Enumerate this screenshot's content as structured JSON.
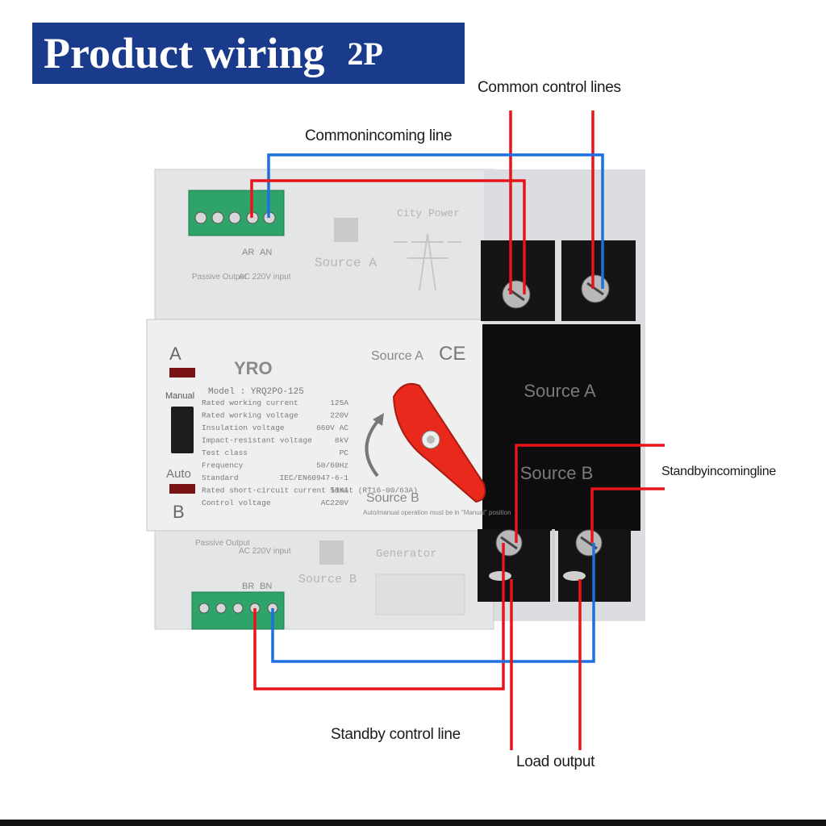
{
  "header": {
    "title": "Product wiring",
    "pole_label": "2P"
  },
  "callouts": {
    "common_control": "Common control lines",
    "common_incoming": "Commonincoming line",
    "standby_incoming": "Standbyincomingline",
    "standby_control": "Standby control line",
    "load_output": "Load output"
  },
  "device": {
    "brand": "YRO",
    "model": "Model : YRQ2PO-125",
    "indicator_a": "A",
    "indicator_b": "B",
    "mode_manual": "Manual",
    "mode_auto": "Auto",
    "source_a_label": "Source A",
    "source_b_label": "Source B",
    "ce_mark": "CE",
    "black_source_a": "Source A",
    "black_source_b": "Source B",
    "top_section_source": "Source A",
    "top_section_name": "City Power",
    "bottom_section_source": "Source B",
    "bottom_section_name": "Generator",
    "terminal_labels_top": [
      "AR",
      "AN"
    ],
    "terminal_labels_bottom": [
      "BR",
      "BN"
    ],
    "passive_output": "Passive Output",
    "ac_input": "AC 220V input",
    "switch_note": "Auto/manual operation must be in \"Manual\" position",
    "specs": [
      {
        "label": "Rated working current",
        "value": "125A"
      },
      {
        "label": "Rated working voltage",
        "value": "220V"
      },
      {
        "label": "Insulation voltage",
        "value": "660V AC"
      },
      {
        "label": "Impact-resistant voltage",
        "value": "8kV"
      },
      {
        "label": "Test class",
        "value": "PC"
      },
      {
        "label": "Frequency",
        "value": "50/60Hz"
      },
      {
        "label": "Standard",
        "value": "IEC/EN60947-6-1"
      },
      {
        "label": "Rated short-circuit current limit (RT16-00/63A)",
        "value": "50KA"
      },
      {
        "label": "Control voltage",
        "value": "AC220V"
      }
    ]
  },
  "colors": {
    "banner": "#1a3a8c",
    "wire_red": "#e8141c",
    "wire_blue": "#1e6fe0",
    "knob": "#e8291c"
  }
}
